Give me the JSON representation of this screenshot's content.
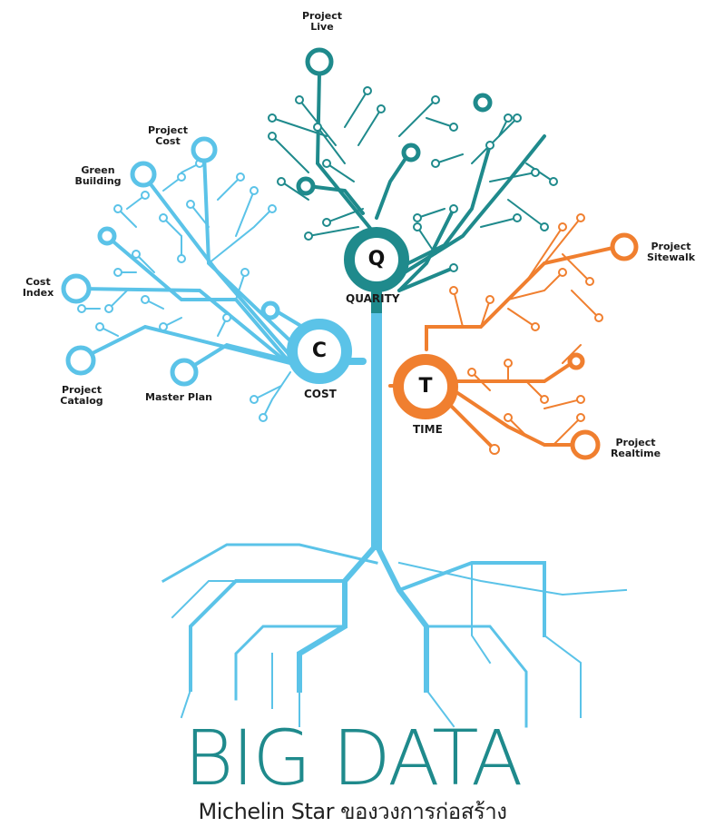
{
  "colors": {
    "cost": "#5bc3e8",
    "quality": "#1f8a8c",
    "time": "#f07f2f",
    "title": "#1f8a8c"
  },
  "nodes": {
    "cost": {
      "letter": "C",
      "name": "COST"
    },
    "quality": {
      "letter": "Q",
      "name": "QUARITY"
    },
    "time": {
      "letter": "T",
      "name": "TIME"
    }
  },
  "labels": {
    "project_live": "Project Live",
    "project_cost": "Project Cost",
    "green_building": "Green Building",
    "cost_index": "Cost Index",
    "project_catalog": "Project Catalog",
    "master_plan": "Master Plan",
    "project_sitewalk": "Project Sitewalk",
    "project_realtime": "Project Realtime"
  },
  "title": "BIG DATA",
  "subtitle": "Michelin Star ของวงการก่อสร้าง"
}
